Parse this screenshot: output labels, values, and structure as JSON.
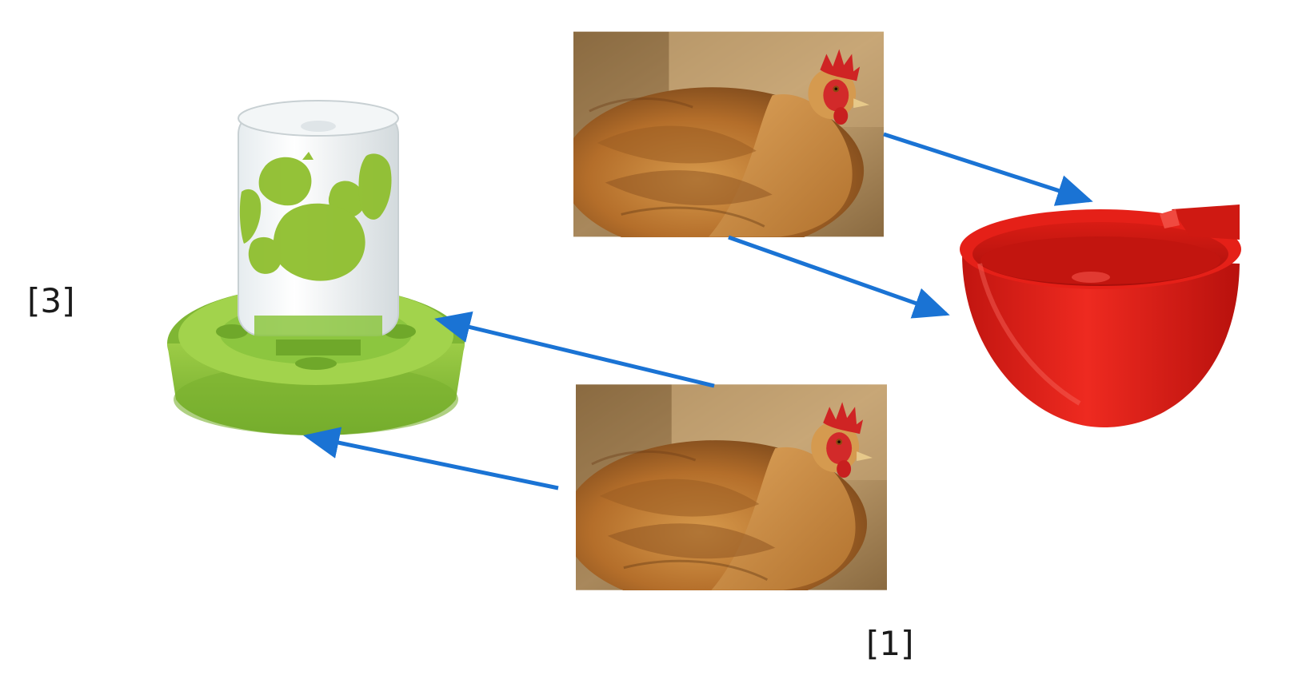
{
  "labels": {
    "label_3": "[3]",
    "label_1": "[1]"
  },
  "nodes": [
    {
      "id": "hen-top",
      "icon": "hen-photo"
    },
    {
      "id": "hen-bottom",
      "icon": "hen-photo"
    },
    {
      "id": "green-feeder",
      "icon": "green-jar-feeder"
    },
    {
      "id": "red-waterer",
      "icon": "red-cup-waterer"
    }
  ],
  "edges": [
    {
      "from": "hen-top",
      "to": "red-waterer"
    },
    {
      "from": "hen-top",
      "to": "red-waterer"
    },
    {
      "from": "hen-bottom",
      "to": "green-feeder"
    },
    {
      "from": "hen-bottom",
      "to": "green-feeder"
    }
  ],
  "colors": {
    "arrow": "#1a73d4",
    "feeder_green": "#8cc63f",
    "waterer_red": "#e01b16",
    "hen_brown": "#b56f2d"
  }
}
